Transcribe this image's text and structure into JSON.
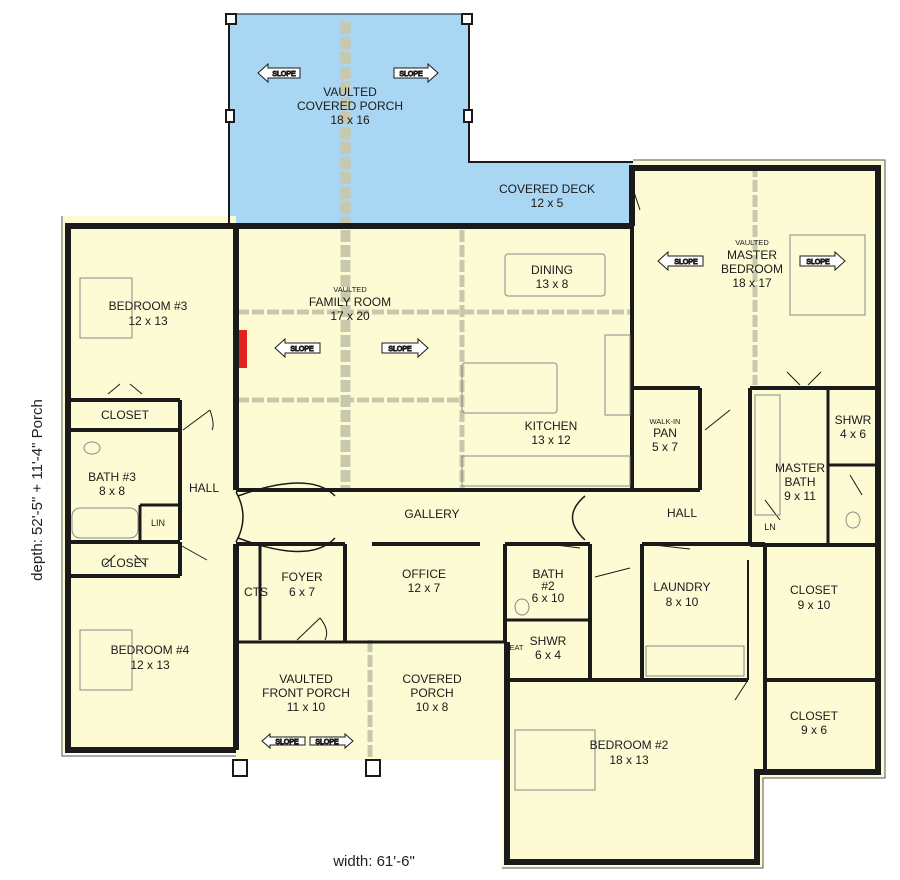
{
  "rooms": {
    "vaulted_covered_porch": {
      "line1": "VAULTED",
      "line2": "COVERED PORCH",
      "size": "18 x 16"
    },
    "covered_deck": {
      "name": "COVERED DECK",
      "size": "12 x 5"
    },
    "family_room": {
      "vaulted": "VAULTED",
      "name": "FAMILY ROOM",
      "size": "17 x 20"
    },
    "dining": {
      "name": "DINING",
      "size": "13 x 8"
    },
    "kitchen": {
      "name": "KITCHEN",
      "size": "13 x 12"
    },
    "walk_in_pan": {
      "line1": "WALK-IN",
      "line2": "PAN",
      "size": "5 x 7"
    },
    "master_bedroom": {
      "vaulted": "VAULTED",
      "line1": "MASTER",
      "line2": "BEDROOM",
      "size": "18 x 17"
    },
    "shwr_master": {
      "name": "SHWR",
      "size": "4 x 6"
    },
    "master_bath": {
      "line1": "MASTER",
      "line2": "BATH",
      "size": "9 x 11"
    },
    "ln_master": {
      "name": "LN"
    },
    "bedroom3": {
      "name": "BEDROOM #3",
      "size": "12 x 13"
    },
    "closet_b3": {
      "name": "CLOSET"
    },
    "bath3": {
      "name": "BATH #3",
      "size": "8 x 8"
    },
    "lin": {
      "name": "LIN"
    },
    "hall_left": {
      "name": "HALL"
    },
    "closet_b4": {
      "name": "CLOSET"
    },
    "bedroom4": {
      "name": "BEDROOM #4",
      "size": "12 x 13"
    },
    "gallery": {
      "name": "GALLERY"
    },
    "hall_right": {
      "name": "HALL"
    },
    "cts": {
      "name": "CTS"
    },
    "foyer": {
      "name": "FOYER",
      "size": "6 x 7"
    },
    "office": {
      "name": "OFFICE",
      "size": "12 x 7"
    },
    "bath2": {
      "line1": "BATH",
      "line2": "#2",
      "size": "6 x 10"
    },
    "shwr_b2": {
      "name": "SHWR",
      "size": "6 x 4"
    },
    "seat": {
      "name": "SEAT"
    },
    "laundry": {
      "name": "LAUNDRY",
      "size": "8 x 10"
    },
    "closet_master": {
      "name": "CLOSET",
      "size": "9 x 10"
    },
    "closet_b2": {
      "name": "CLOSET",
      "size": "9 x 6"
    },
    "vaulted_front_porch": {
      "line1": "VAULTED",
      "line2": "FRONT PORCH",
      "size": "11 x 10"
    },
    "covered_porch": {
      "line1": "COVERED",
      "line2": "PORCH",
      "size": "10 x 8"
    },
    "bedroom2": {
      "name": "BEDROOM #2",
      "size": "18 x 13"
    }
  },
  "slope_label": "SLOPE",
  "dimensions": {
    "depth": "depth: 52'-5\" + 11'-4\" Porch",
    "width": "width: 61'-6\""
  },
  "colors": {
    "living": "#fdfbd4",
    "porch": "#a9d6f2",
    "wall": "#1a1a1a",
    "fireplace": "#e0241b",
    "beam": "#c9c9b0"
  }
}
